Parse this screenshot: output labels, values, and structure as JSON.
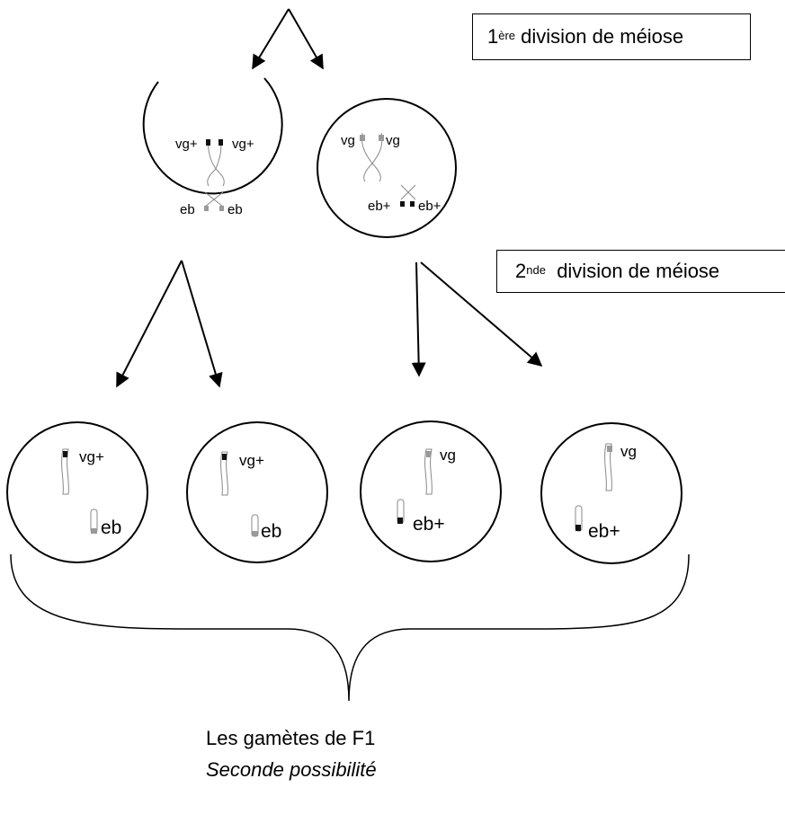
{
  "division1": {
    "number": "1",
    "sup": "ère",
    "text": "division de méiose"
  },
  "division2": {
    "number": "2",
    "sup": "nde",
    "text": "division de méiose"
  },
  "cells_first": [
    {
      "top_left": "vg+",
      "top_right": "vg+",
      "bottom_left": "eb",
      "bottom_right": "eb"
    },
    {
      "top_left": "vg",
      "top_right": "vg",
      "bottom_left": "eb+",
      "bottom_right": "eb+"
    }
  ],
  "gametes": [
    {
      "allele_top": "vg+",
      "allele_bottom": "eb"
    },
    {
      "allele_top": "vg+",
      "allele_bottom": "eb"
    },
    {
      "allele_top": "vg",
      "allele_bottom": "eb+"
    },
    {
      "allele_top": "vg",
      "allele_bottom": "eb+"
    }
  ],
  "caption": {
    "line1": "Les gamètes de F1",
    "line2": "Seconde possibilité"
  },
  "colors": {
    "dark_marker": "#111111",
    "grey_marker": "#9a9a9a",
    "outline": "#000000"
  }
}
